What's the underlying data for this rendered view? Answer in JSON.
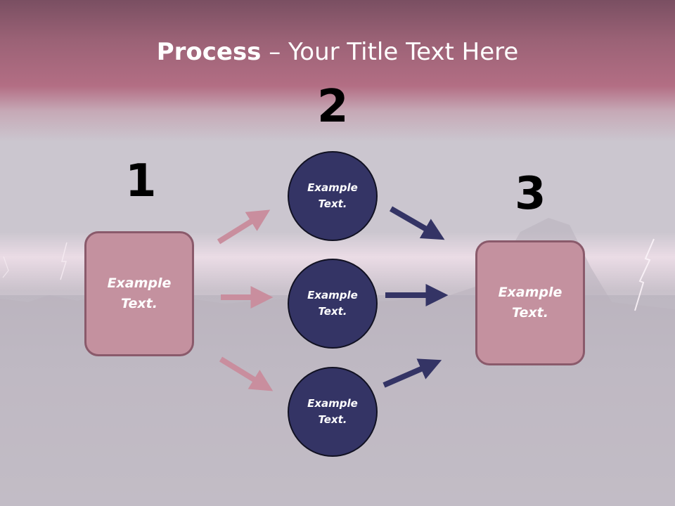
{
  "title": {
    "bold": "Process",
    "rest": " – Your Title Text Here"
  },
  "steps": [
    {
      "number": "1",
      "label": "Example Text."
    },
    {
      "number": "2",
      "labels": [
        "Example Text.",
        "Example Text.",
        "Example Text."
      ]
    },
    {
      "number": "3",
      "label": "Example Text."
    }
  ],
  "colors": {
    "box_fill": "#c4919f",
    "box_border": "#8a5a6b",
    "circle_fill": "#343465",
    "pink_arrow": "#c98e9e",
    "navy_arrow": "#343465"
  }
}
